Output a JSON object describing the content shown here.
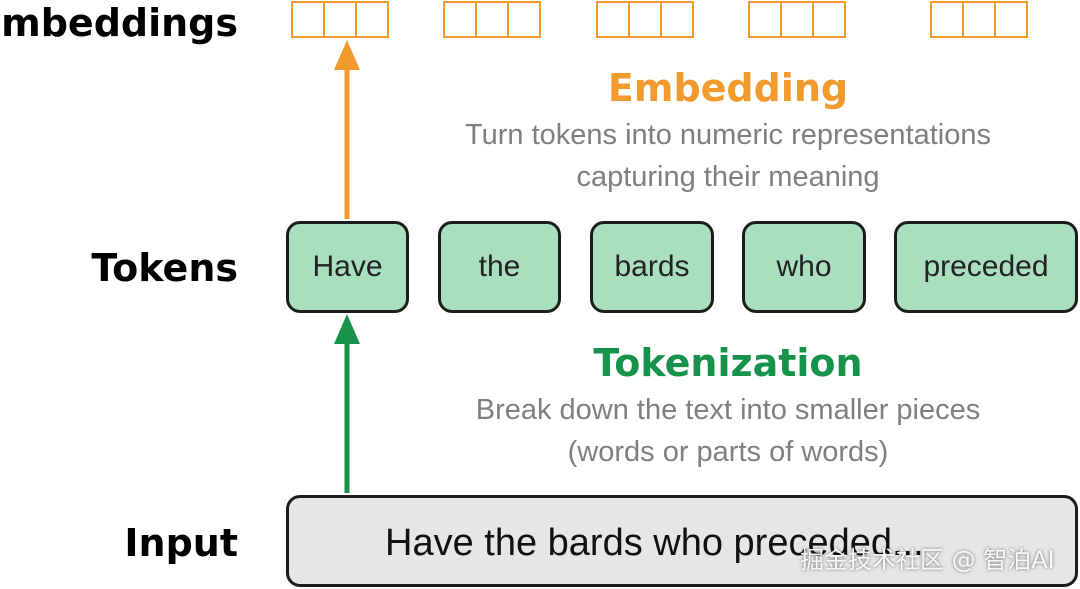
{
  "labels": {
    "embeddings": "Embeddings",
    "tokens": "Tokens",
    "input": "Input"
  },
  "embedding_step": {
    "title": "Embedding",
    "description_lines": [
      "Turn tokens into numeric representations",
      "capturing their meaning"
    ]
  },
  "tokenization_step": {
    "title": "Tokenization",
    "description_lines": [
      "Break down the text into smaller pieces",
      "(words or parts of words)"
    ]
  },
  "tokens": [
    "Have",
    "the",
    "bards",
    "who",
    "preceded"
  ],
  "input_text": "Have the bards who preceded...",
  "watermark": "掘金技术社区 @ 智泊AI",
  "colors": {
    "embedding_orange": "#f29a2e",
    "token_fill": "#a9dfbf",
    "tokenization_green": "#17924a",
    "description_gray": "#7f7f7f",
    "input_fill": "#e7e6e6"
  }
}
